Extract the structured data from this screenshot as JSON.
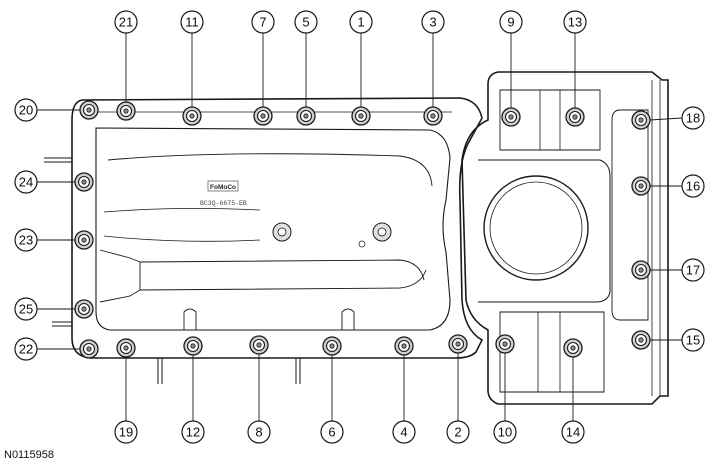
{
  "figure": {
    "reference_id": "N0115958",
    "casting_tag": "FoMoCo",
    "casting_code": "BC3Q-6675-EB"
  },
  "callouts": [
    {
      "label": "21"
    },
    {
      "label": "11"
    },
    {
      "label": "7"
    },
    {
      "label": "5"
    },
    {
      "label": "1"
    },
    {
      "label": "3"
    },
    {
      "label": "9"
    },
    {
      "label": "13"
    },
    {
      "label": "20"
    },
    {
      "label": "18"
    },
    {
      "label": "24"
    },
    {
      "label": "16"
    },
    {
      "label": "23"
    },
    {
      "label": "17"
    },
    {
      "label": "25"
    },
    {
      "label": "15"
    },
    {
      "label": "22"
    },
    {
      "label": "19"
    },
    {
      "label": "12"
    },
    {
      "label": "8"
    },
    {
      "label": "6"
    },
    {
      "label": "4"
    },
    {
      "label": "2"
    },
    {
      "label": "10"
    },
    {
      "label": "14"
    }
  ]
}
